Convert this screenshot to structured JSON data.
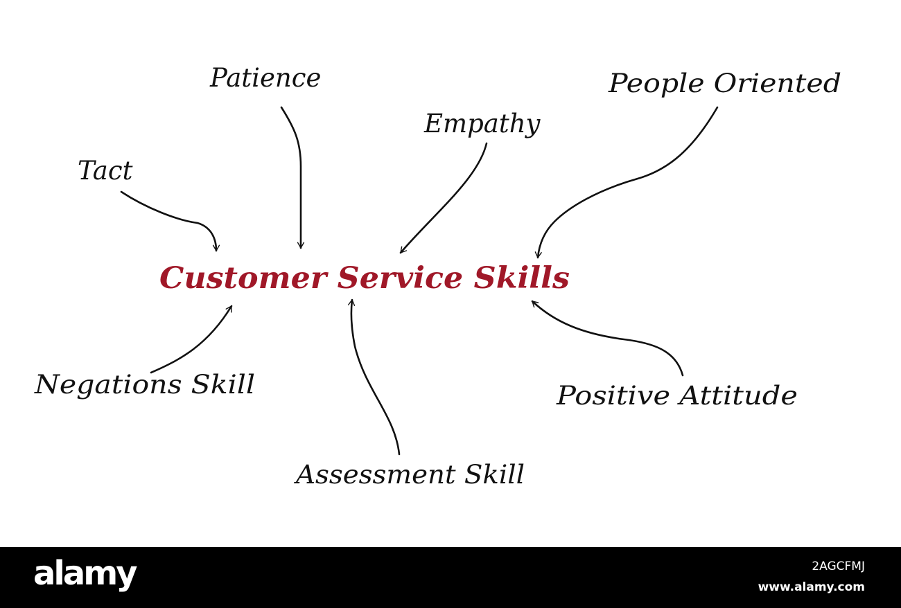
{
  "colors": {
    "background": "#ffffff",
    "ink": "#111111",
    "center": "#a01828",
    "footer": "#000000",
    "footer_text": "#ffffff"
  },
  "diagram": {
    "center": {
      "label": "Customer Service Skills"
    },
    "skills": [
      {
        "id": "tact",
        "label": "Tact"
      },
      {
        "id": "patience",
        "label": "Patience"
      },
      {
        "id": "empathy",
        "label": "Empathy"
      },
      {
        "id": "people-oriented",
        "label": "People Oriented"
      },
      {
        "id": "negations-skill",
        "label": "Negations Skill"
      },
      {
        "id": "assessment-skill",
        "label": "Assessment Skill"
      },
      {
        "id": "positive-attitude",
        "label": "Positive Attitude"
      }
    ]
  },
  "watermark": {
    "logo": "alamy",
    "image_id": "2AGCFMJ",
    "site": "www.alamy.com"
  }
}
